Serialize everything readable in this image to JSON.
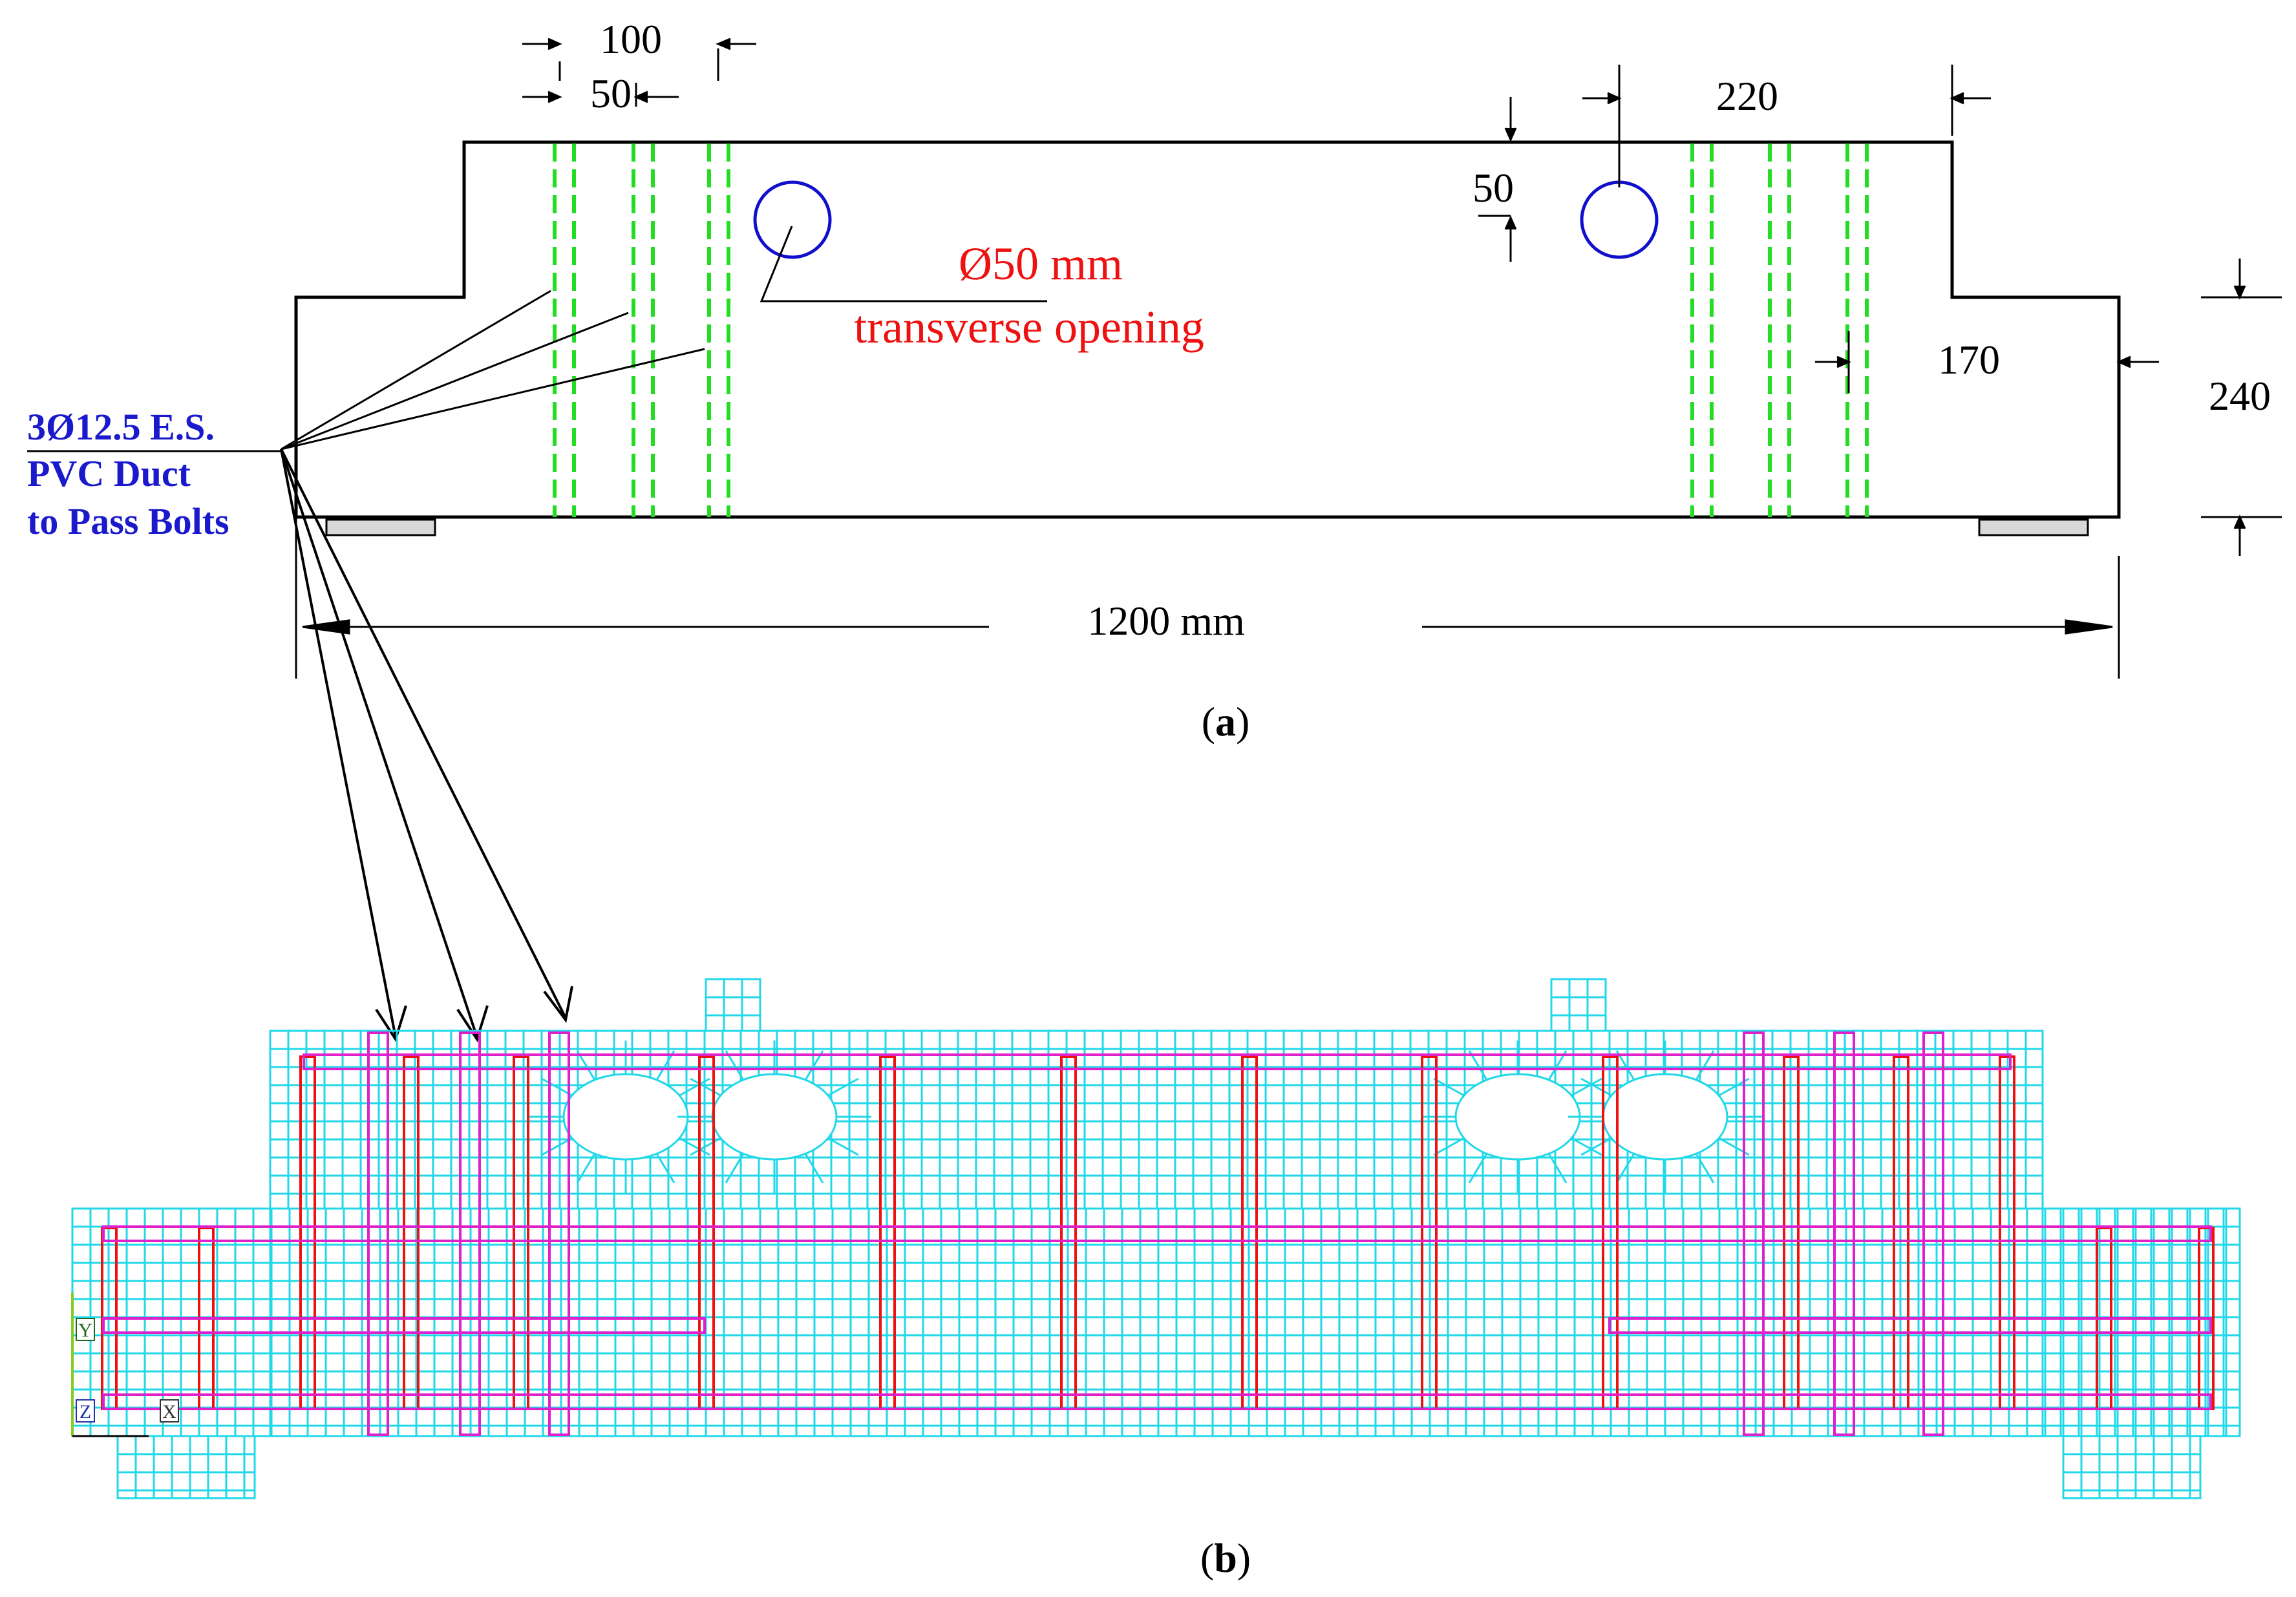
{
  "panel_a": {
    "caption_open": "(",
    "caption_letter": "a",
    "caption_close": ")",
    "dims": {
      "d100": "100",
      "d50_top": "50",
      "d220": "220",
      "d50_side": "50",
      "d170": "170",
      "d240": "240",
      "span": "1200 mm"
    },
    "duct_label": [
      "3Ø12.5 E.S.",
      "PVC Duct",
      "to Pass Bolts"
    ],
    "opening_label": [
      "Ø50 mm",
      "transverse opening"
    ]
  },
  "panel_b": {
    "caption_open": "(",
    "caption_letter": "b",
    "caption_close": ")",
    "axis_y": "Y",
    "axis_z": "Z",
    "axis_x": "X"
  },
  "colors": {
    "outline": "#000000",
    "duct": "#22dd22",
    "opening": "#1010cc",
    "label_blue": "#1a1acc",
    "label_red": "#ee1111",
    "mesh": "#22d8e8",
    "rebar": "#ee1111",
    "bolt": "#dd22cc"
  }
}
